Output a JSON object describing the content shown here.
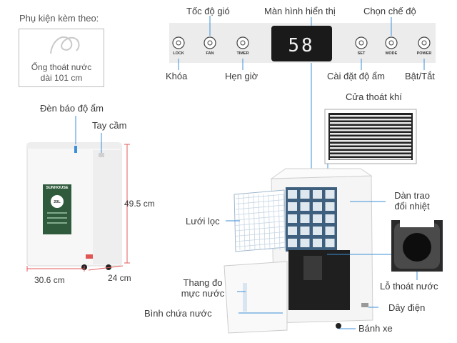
{
  "accessories": {
    "title": "Phụ kiện kèm theo:",
    "hose_line1": "Ống thoát nước",
    "hose_line2": "dài 101 cm"
  },
  "product": {
    "humidity_light": "Đèn báo độ ẩm",
    "handle": "Tay cầm",
    "height": "49.5 cm",
    "width": "30.6 cm",
    "depth": "24 cm",
    "brand": "SUNHOUSE",
    "capacity_badge": "20L"
  },
  "control_panel": {
    "display_value": "58",
    "buttons": [
      "LOCK",
      "FAN",
      "TIMER",
      "SET",
      "MODE",
      "POWER"
    ],
    "labels": {
      "fan_speed": "Tốc độ gió",
      "display": "Màn hình hiển thị",
      "mode_select": "Chọn chế độ",
      "lock": "Khóa",
      "timer": "Hẹn giờ",
      "humidity_set": "Cài đặt độ ẩm",
      "power": "Bật/Tắt"
    }
  },
  "parts": {
    "air_outlet": "Cửa thoát khí",
    "filter": "Lưới lọc",
    "heat_exchanger_line1": "Dàn trao",
    "heat_exchanger_line2": "đổi nhiệt",
    "drain_hole": "Lỗ thoát nước",
    "water_gauge_line1": "Thang đo",
    "water_gauge_line2": "mực nước",
    "water_tank": "Bình chứa nước",
    "power_cord": "Dây điện",
    "wheels": "Bánh xe"
  },
  "colors": {
    "accent": "#3d8fd8",
    "dimension_line": "#e65a5a",
    "panel_bg": "#ececec",
    "display_bg": "#1a1a1a"
  }
}
